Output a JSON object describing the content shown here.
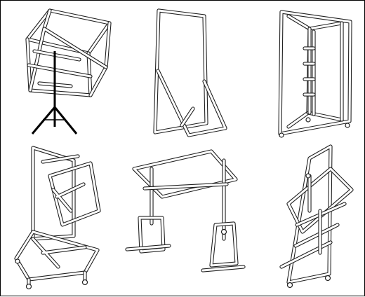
{
  "illustration": {
    "background": "#ffffff",
    "line_color": "#222222",
    "border_color": "#000000",
    "frames": [
      {
        "name": "tripod-mounted-tilted-frame"
      },
      {
        "name": "leaning-rectangular-frame"
      },
      {
        "name": "folding-shelf-frame"
      },
      {
        "name": "folding-panel-frame-on-wheels"
      },
      {
        "name": "twin-post-canopy-frame"
      },
      {
        "name": "slanted-rack-frame-on-wheels"
      }
    ]
  }
}
